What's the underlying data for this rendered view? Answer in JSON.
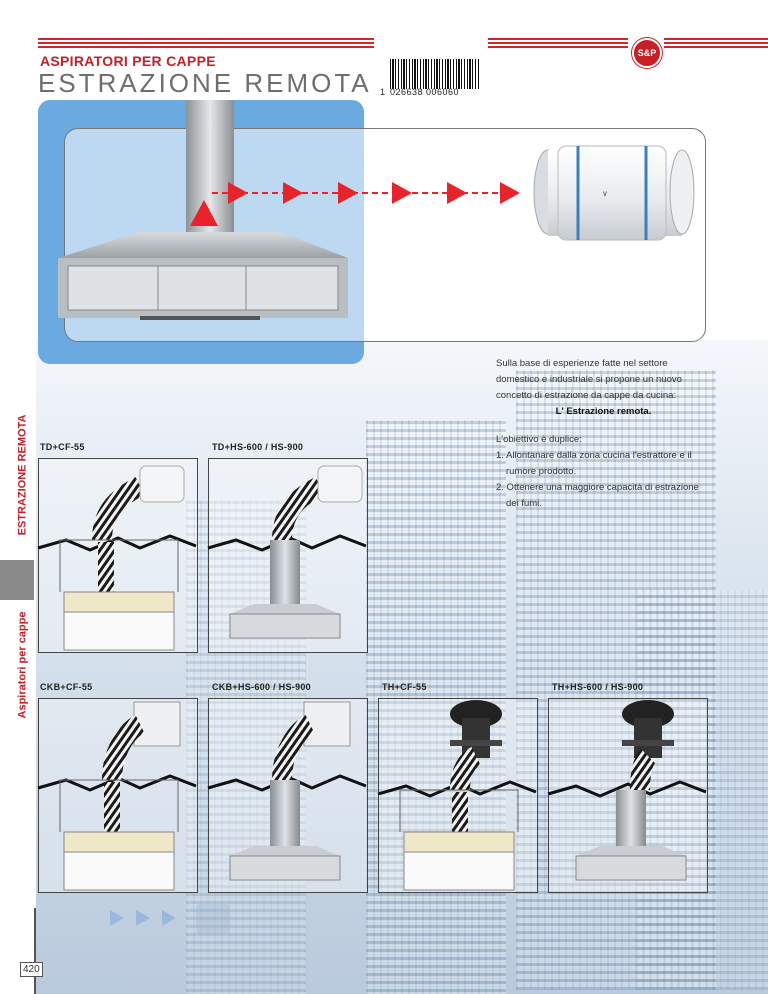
{
  "header": {
    "section": "ASPIRATORI PER CAPPE",
    "title": "ESTRAZIONE REMOTA",
    "logo_text": "S&P"
  },
  "barcode": {
    "lead": "1",
    "number": "026638 006060"
  },
  "side_tabs": {
    "top": "ESTRAZIONE REMOTA",
    "bottom": "Aspiratori per cappe"
  },
  "intro": {
    "text": "Sulla base di esperienze fatte nel settore domestico e industriale si propone un nuovo concetto di estrazione da cappe da cucina:",
    "emphasis": "L' Estrazione remota."
  },
  "goals": {
    "lead": "L'obiettivo è duplice:",
    "items": [
      "1. Allontanare dalla zona cucina l'estrattore e il rumore prodotto.",
      "2. Ottenere una maggiore capacità di estrazione dei fumi."
    ]
  },
  "captions": {
    "td_cf": "TD+CF-55",
    "td_hs": "TD+HS-600 / HS-900",
    "ckb_cf": "CKB+CF-55",
    "ckb_hs": "CKB+HS-600 / HS-900",
    "th_cf": "TH+CF-55",
    "th_hs": "TH+HS-600 / HS-900"
  },
  "page_number": "420",
  "colors": {
    "brand_red": "#c81e25",
    "hero_blue": "#6aaae0"
  }
}
